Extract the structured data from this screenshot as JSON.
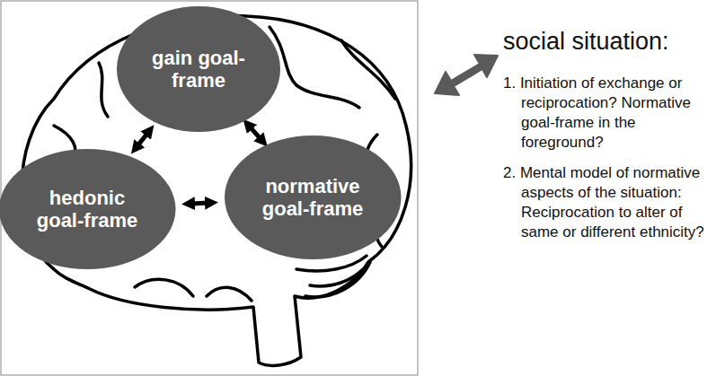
{
  "diagram": {
    "nodes": [
      {
        "text": [
          "gain goal-frame"
        ]
      },
      {
        "text": [
          "hedonic goal-frame"
        ]
      },
      {
        "text": [
          "normative goal-frame"
        ]
      }
    ],
    "edges": [
      {
        "from": 0,
        "to": 1,
        "arrow": "both"
      },
      {
        "from": 0,
        "to": 2,
        "arrow": "both"
      },
      {
        "from": 1,
        "to": 2,
        "arrow": "both"
      }
    ],
    "labels": [
      "social situation:",
      "1. Initiation of exchange or reciprocation? Normative goal-frame in the foreground?",
      "2. Mental model of normative aspects of the situation: Reciprocation to alter of same or different ethnicity?"
    ]
  }
}
